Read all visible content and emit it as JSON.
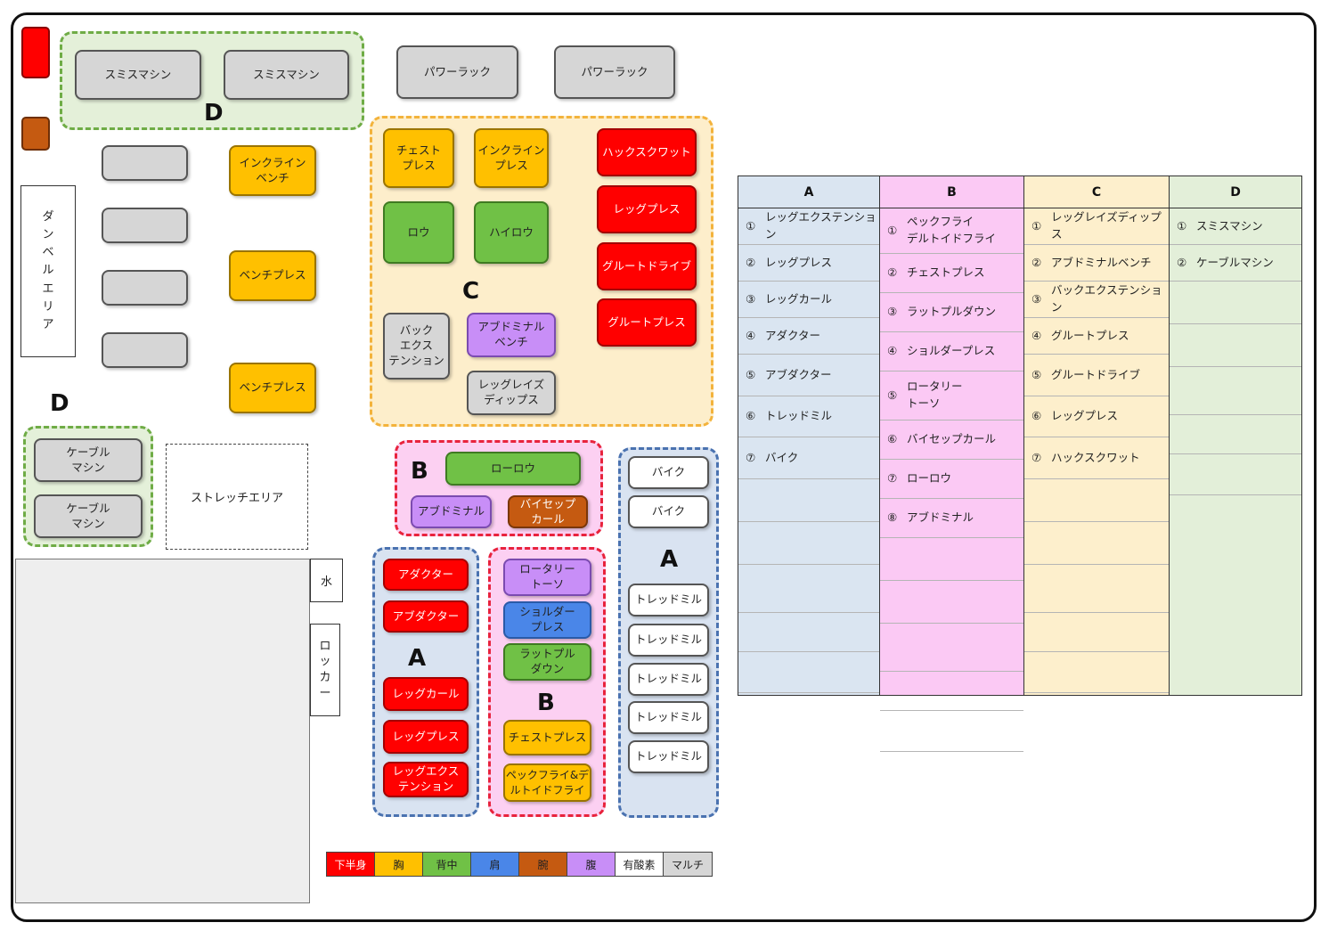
{
  "zone_labels": {
    "d_top": "D",
    "d_left": "D",
    "c": "C",
    "b_top": "B",
    "b_mid": "B",
    "a_mid": "A",
    "a_right": "A"
  },
  "machines": {
    "smith1": "スミスマシン",
    "smith2": "スミスマシン",
    "power1": "パワーラック",
    "power2": "パワーラック",
    "incline_bench": "インクライン\nベンチ",
    "bench1": "ベンチプレス",
    "bench2": "ベンチプレス",
    "chest_press_c": "チェスト\nプレス",
    "incline_press": "インクライン\nプレス",
    "hack_squat": "ハックスクワット",
    "leg_press_c": "レッグプレス",
    "glute_drive": "グルートドライブ",
    "glute_press": "グルートプレス",
    "row": "ロウ",
    "high_row": "ハイロウ",
    "back_ext": "バック\nエクス\nテンション",
    "abdominal_bench": "アブドミナル\nベンチ",
    "leg_raise": "レッグレイズ\nディップス",
    "cable1": "ケーブル\nマシン",
    "cable2": "ケーブル\nマシン",
    "low_row_b": "ローロウ",
    "abdominal_b": "アブドミナル",
    "bicep_curl": "バイセップ\nカール",
    "adductor": "アダクター",
    "abductor": "アブダクター",
    "leg_curl": "レッグカール",
    "leg_press_a": "レッグプレス",
    "leg_ext": "レッグエクス\nテンション",
    "rotary_torso": "ロータリー\nトーソ",
    "shoulder_press": "ショルダー\nプレス",
    "lat_pulldown": "ラットプル\nダウン",
    "chest_press_b": "チェストプレス",
    "peck_fly": "ペックフライ&デ\nルトイドフライ",
    "bike1": "バイク",
    "bike2": "バイク",
    "tread1": "トレッドミル",
    "tread2": "トレッドミル",
    "tread3": "トレッドミル",
    "tread4": "トレッドミル",
    "tread5": "トレッドミル"
  },
  "areas": {
    "dumbbell": "ダ\nン\nベ\nル\nエ\nリ\nア",
    "stretch": "ストレッチエリア",
    "water": "水",
    "locker": "ロ\nッ\nカ\nー"
  },
  "legend": [
    {
      "label": "下半身",
      "color": "#ff0000",
      "text": "#ffffff"
    },
    {
      "label": "胸",
      "color": "#ffc000",
      "text": "#222222"
    },
    {
      "label": "背中",
      "color": "#70c146",
      "text": "#222222"
    },
    {
      "label": "肩",
      "color": "#4a86e8",
      "text": "#222222"
    },
    {
      "label": "腕",
      "color": "#c55a11",
      "text": "#222222"
    },
    {
      "label": "腹",
      "color": "#c88ef7",
      "text": "#222222"
    },
    {
      "label": "有酸素",
      "color": "#ffffff",
      "text": "#222222"
    },
    {
      "label": "マルチ",
      "color": "#d6d6d6",
      "text": "#222222"
    }
  ],
  "table": {
    "columns": [
      {
        "key": "A",
        "header": "A",
        "bg": "#dae5f1",
        "head_bg": "#dae5f1",
        "items": [
          {
            "num": "①",
            "label": "レッグエクステンション"
          },
          {
            "num": "②",
            "label": "レッグプレス"
          },
          {
            "num": "③",
            "label": "レッグカール"
          },
          {
            "num": "④",
            "label": "アダクター"
          },
          {
            "num": "⑤",
            "label": "アブダクター"
          },
          {
            "num": "⑥",
            "label": "トレッドミル"
          },
          {
            "num": "⑦",
            "label": "バイク"
          }
        ]
      },
      {
        "key": "B",
        "header": "B",
        "bg": "#fbc9f4",
        "head_bg": "#fbc9f4",
        "items": [
          {
            "num": "①",
            "label": "ペックフライ\nデルトイドフライ"
          },
          {
            "num": "②",
            "label": "チェストプレス"
          },
          {
            "num": "③",
            "label": "ラットプルダウン"
          },
          {
            "num": "④",
            "label": "ショルダープレス"
          },
          {
            "num": "⑤",
            "label": "ロータリー\nトーソ"
          },
          {
            "num": "⑥",
            "label": "バイセップカール"
          },
          {
            "num": "⑦",
            "label": "ローロウ"
          },
          {
            "num": "⑧",
            "label": "アブドミナル"
          }
        ]
      },
      {
        "key": "C",
        "header": "C",
        "bg": "#fdefcc",
        "head_bg": "#fdefcc",
        "items": [
          {
            "num": "①",
            "label": "レッグレイズディップス"
          },
          {
            "num": "②",
            "label": "アブドミナルベンチ"
          },
          {
            "num": "③",
            "label": "バックエクステンション"
          },
          {
            "num": "④",
            "label": "グルートプレス"
          },
          {
            "num": "⑤",
            "label": "グルートドライブ"
          },
          {
            "num": "⑥",
            "label": "レッグプレス"
          },
          {
            "num": "⑦",
            "label": "ハックスクワット"
          }
        ]
      },
      {
        "key": "D",
        "header": "D",
        "bg": "#e3efd9",
        "head_bg": "#e3efd9",
        "items": [
          {
            "num": "①",
            "label": "スミスマシン"
          },
          {
            "num": "②",
            "label": "ケーブルマシン"
          }
        ]
      }
    ]
  }
}
